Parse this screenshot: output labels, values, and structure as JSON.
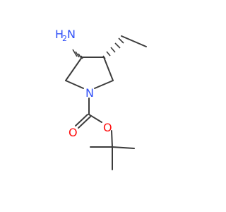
{
  "atoms": {
    "amine_N": "N",
    "amine_H2": "H",
    "amine_sub": "2",
    "ring_N": "N",
    "carbonyl_O": "O",
    "ester_O": "O"
  },
  "colors": {
    "bond": "#3c3c3c",
    "nitrogen": "#3050f8",
    "oxygen": "#ff0d0d"
  }
}
